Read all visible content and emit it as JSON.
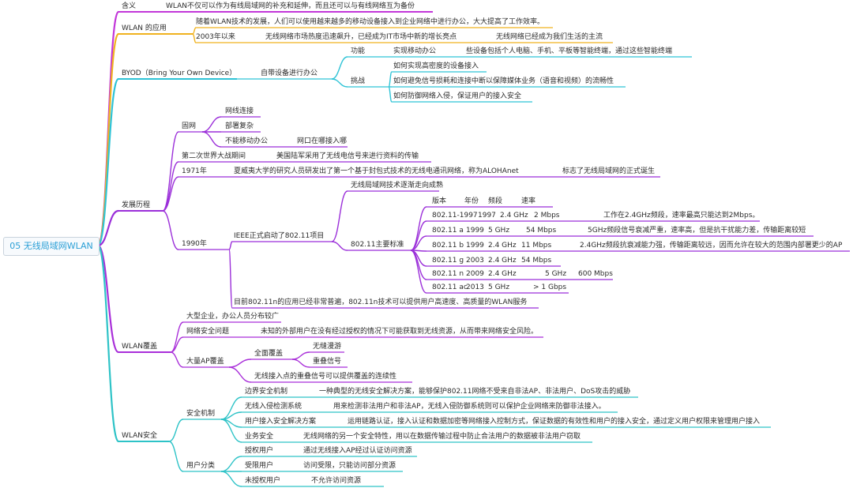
{
  "root": "05 无线局域网WLAN",
  "branch_colors": {
    "meaning": "#c237d9",
    "app": "#f0b21f",
    "byod": "#2ec3d6",
    "history": "#9b2fd9",
    "coverage": "#a92fd9",
    "security": "#2ec3c7"
  },
  "meaning": {
    "label": "含义",
    "text": "WLAN不仅可以作为有线局域网的补充和延伸，而且还可以与有线网络互为备份"
  },
  "app": {
    "label": "WLAN 的应用",
    "text1": "随着WLAN技术的发展，人们可以使用越来越多的移动设备接入到企业网络中进行办公，大大提高了工作效率。",
    "year": "2003年以来",
    "text2": "无线网络市场热度迅速飙升，已经成为IT市场中新的增长亮点",
    "text3": "无线网络已经成为我们生活的主流"
  },
  "byod": {
    "label": "BYOD（Bring Your Own Device）",
    "sub": "自带设备进行办公",
    "func_label": "功能",
    "func_text": "实现移动办公",
    "func_detail": "些设备包括个人电脑、手机、平板等智能终端，通过这些智能终端",
    "challenge_label": "挑战",
    "c1": "如何实现高密度的设备接入",
    "c2": "如何避免信号损耗和连接中断以保障媒体业务（语音和视频）的流畅性",
    "c3": "如何防御网络入侵，保证用户的接入安全"
  },
  "history": {
    "label": "发展历程",
    "fixed": "固网",
    "f1": "网线连接",
    "f2": "部署复杂",
    "f3": "不能移动办公",
    "f3b": "网口在哪接入哪",
    "ww2": "第二次世界大战期间",
    "ww2_text": "美国陆军采用了无线电信号来进行资料的传输",
    "y1971": "1971年",
    "y1971_text": "夏威夷大学的研究人员研发出了第一个基于封包式技术的无线电通讯网络，称为ALOHAnet",
    "y1971_note": "标志了无线局域网的正式诞生",
    "y1990": "1990年",
    "ieee": "IEEE正式启动了802.11项目",
    "mature": "无线局域网技术逐渐走向成熟",
    "std": "802.11主要标准",
    "std_header": [
      "版本",
      "年份",
      "频段",
      "速率"
    ],
    "rows": [
      {
        "ver": "802.11-1997",
        "year": "1997",
        "band": "2.4 GHz",
        "rate": "2 Mbps",
        "note": "工作在2.4GHz频段，速率最高只能达到2Mbps。"
      },
      {
        "ver": "802.11 a",
        "year": "1999",
        "band": "5 GHz",
        "rate": "54 Mbps",
        "note": "5GHz频段信号衰减严重，速率高，但是抗干扰能力差，传输距离较短"
      },
      {
        "ver": "802.11 b",
        "year": "1999",
        "band": "2.4 GHz",
        "rate": "11 Mbps",
        "note": "2.4GHz频段抗衰减能力强，传输距离较远，因而允许在较大的范围内部署更少的AP"
      },
      {
        "ver": "802.11 g",
        "year": "2003",
        "band": "2.4 GHz",
        "rate": "54 Mbps",
        "note": ""
      },
      {
        "ver": "802.11 n",
        "year": "2009",
        "band": "2.4 GHz",
        "rate": "5 GHz",
        "note": "600 Mbps"
      },
      {
        "ver": "802.11 ac",
        "year": "2013",
        "band": "5 GHz",
        "rate": "> 1 Gbps",
        "note": ""
      }
    ],
    "now": "目前802.11n的应用已经非常普遍，802.11n技术可以提供用户高速度、高质量的WLAN服务"
  },
  "coverage": {
    "label": "WLAN覆盖",
    "k1": "大型企业，办公人员分布较广",
    "k2": "网络安全问题",
    "k2_text": "未知的外部用户在没有经过授权的情况下可能获取到无线资源，从而带来网络安全风险。",
    "k3": "大量AP覆盖",
    "full": "全面覆盖",
    "full1": "无缝漫游",
    "full2": "重叠信号",
    "overlap": "无线接入点的重叠信号可以提供覆盖的连续性"
  },
  "security": {
    "label": "WLAN安全",
    "mech": "安全机制",
    "m1": "边界安全机制",
    "m1_text": "一种典型的无线安全解决方案，能够保护802.11网络不受来自非法AP、非法用户、DoS攻击的威胁",
    "m2": "无线入侵检测系统",
    "m2_text": "用来检测非法用户和非法AP，无线入侵防御系统则可以保护企业网络来防御非法接入。",
    "m3": "用户接入安全解决方案",
    "m3_text": "运用链路认证，接入认证和数据加密等网络接入控制方式，保证数据的有效性和用户的接入安全，通过定义用户权限来管理用户接入",
    "m4": "业务安全",
    "m4_text": "无线网络的另一个安全特性，用以在数据传输过程中防止合法用户的数据被非法用户窃取",
    "users": "用户分类",
    "u1": "授权用户",
    "u1_text": "通过无线接入AP经过认证访问资源",
    "u2": "受限用户",
    "u2_text": "访问受限，只能访问部分资源",
    "u3": "未授权用户",
    "u3_text": "不允许访问资源"
  }
}
